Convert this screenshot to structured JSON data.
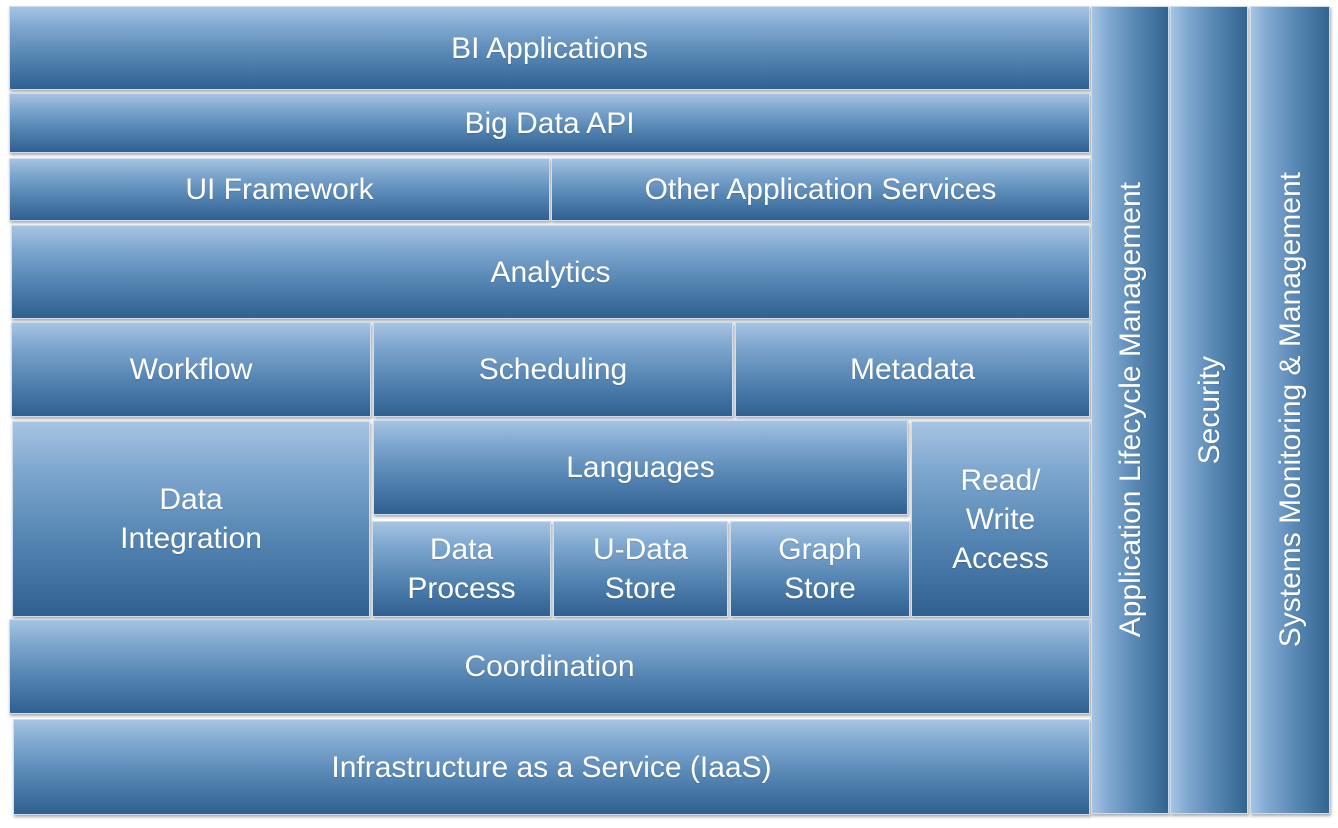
{
  "diagram": {
    "layers": {
      "bi_applications": "BI Applications",
      "big_data_api": "Big Data API",
      "ui_framework": "UI Framework",
      "other_application_services": "Other Application Services",
      "analytics": "Analytics",
      "workflow": "Workflow",
      "scheduling": "Scheduling",
      "metadata": "Metadata",
      "data_integration": "Data\nIntegration",
      "languages": "Languages",
      "data_process": "Data\nProcess",
      "u_data_store": "U-Data\nStore",
      "graph_store": "Graph\nStore",
      "read_write_access": "Read/\nWrite\nAccess",
      "coordination": "Coordination",
      "iaas": "Infrastructure as a Service (IaaS)"
    },
    "columns": {
      "application_lifecycle_management": "Application Lifecycle Management",
      "security": "Security",
      "systems_monitoring_management": "Systems Monitoring & Management"
    },
    "colors": {
      "block_top": "#a6c4e3",
      "block_bottom": "#2f6090",
      "text": "#ffffff"
    }
  }
}
